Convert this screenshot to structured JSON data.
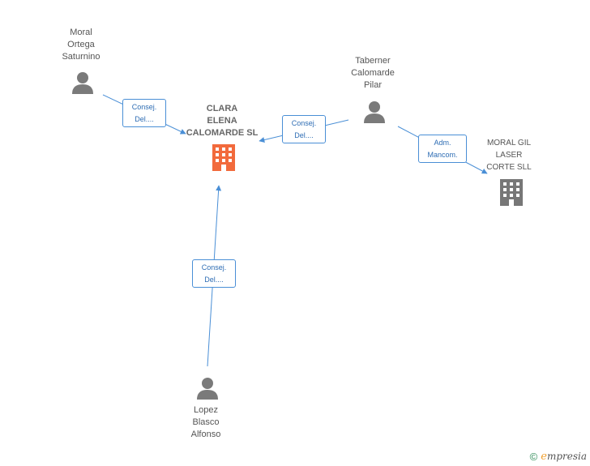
{
  "nodes": {
    "center_company": {
      "label": "CLARA\nELENA\nCALOMARDE SL",
      "icon": "building-icon",
      "color": "#f26a3c"
    },
    "moral_ortega": {
      "label": "Moral\nOrtega\nSaturnino",
      "icon": "person-icon"
    },
    "taberner": {
      "label": "Taberner\nCalomarde\nPilar",
      "icon": "person-icon"
    },
    "lopez_blasco": {
      "label": "Lopez\nBlasco\nAlfonso",
      "icon": "person-icon"
    },
    "moral_gil": {
      "label": "MORAL GIL\nLASER\nCORTE SLL",
      "icon": "building-icon",
      "color": "#777777"
    }
  },
  "edges": {
    "moral_to_center": {
      "line1": "Consej.",
      "line2": "Del...."
    },
    "taberner_to_center": {
      "line1": "Consej.",
      "line2": "Del...."
    },
    "lopez_to_center": {
      "line1": "Consej.",
      "line2": "Del...."
    },
    "taberner_to_moral_gil": {
      "line1": "Adm.",
      "line2": "Mancom."
    }
  },
  "colors": {
    "edge": "#4a8fd6",
    "person": "#7a7a7a"
  },
  "brand": {
    "copyright": "©",
    "initial": "e",
    "name": "mpresia"
  }
}
